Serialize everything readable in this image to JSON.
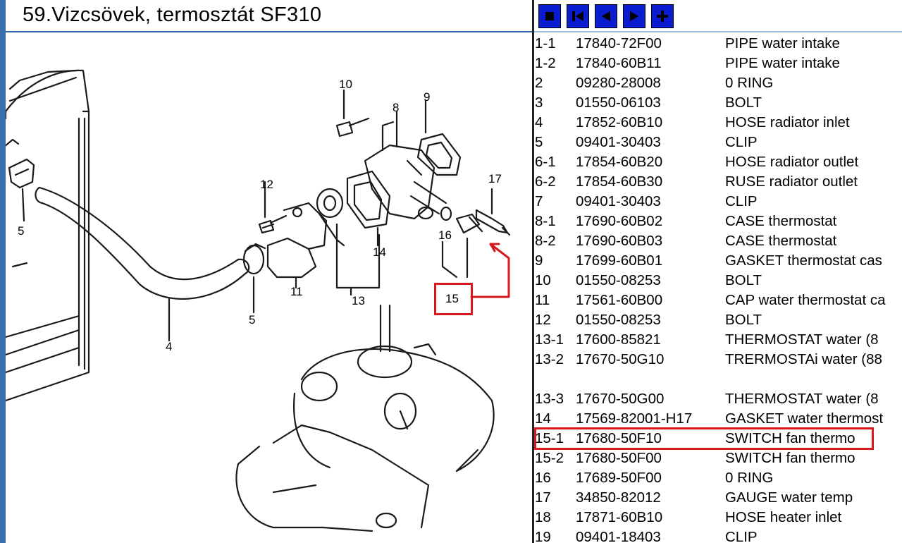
{
  "window": {
    "title": "59.Vizcsövek, termosztát SF310"
  },
  "toolbar": {
    "buttons": [
      {
        "name": "stop-icon"
      },
      {
        "name": "first-page-icon"
      },
      {
        "name": "previous-icon"
      },
      {
        "name": "next-icon"
      },
      {
        "name": "add-icon"
      }
    ],
    "button_color": "#0a1ccf"
  },
  "diagram": {
    "callout_labels": [
      "10",
      "8",
      "9",
      "17",
      "12",
      "16",
      "14",
      "15",
      "11",
      "13",
      "5",
      "4",
      "5"
    ]
  },
  "parts": [
    {
      "pos": "1-1",
      "part_no": "17840-72F00",
      "desc": "PIPE water intake"
    },
    {
      "pos": "1-2",
      "part_no": "17840-60B11",
      "desc": "PIPE water intake"
    },
    {
      "pos": "2",
      "part_no": "09280-28008",
      "desc": "0 RING"
    },
    {
      "pos": "3",
      "part_no": "01550-06103",
      "desc": "BOLT"
    },
    {
      "pos": "4",
      "part_no": "17852-60B10",
      "desc": "HOSE radiator inlet"
    },
    {
      "pos": "5",
      "part_no": "09401-30403",
      "desc": "CLIP"
    },
    {
      "pos": "6-1",
      "part_no": "17854-60B20",
      "desc": "HOSE radiator outlet"
    },
    {
      "pos": "6-2",
      "part_no": "17854-60B30",
      "desc": "RUSE radiator outlet"
    },
    {
      "pos": "7",
      "part_no": "09401-30403",
      "desc": "CLIP"
    },
    {
      "pos": "8-1",
      "part_no": "17690-60B02",
      "desc": "CASE thermostat"
    },
    {
      "pos": "8-2",
      "part_no": "17690-60B03",
      "desc": "CASE thermostat"
    },
    {
      "pos": "9",
      "part_no": "17699-60B01",
      "desc": "GASKET thermostat cas"
    },
    {
      "pos": "10",
      "part_no": "01550-08253",
      "desc": "BOLT"
    },
    {
      "pos": "11",
      "part_no": "17561-60B00",
      "desc": "CAP water thermostat ca"
    },
    {
      "pos": "12",
      "part_no": "01550-08253",
      "desc": "BOLT"
    },
    {
      "pos": "13-1",
      "part_no": "17600-85821",
      "desc": "THERMOSTAT water (8"
    },
    {
      "pos": "13-2",
      "part_no": "17670-50G10",
      "desc": "TRERMOSTAi water (88"
    },
    {
      "pos": "",
      "part_no": "",
      "desc": ""
    },
    {
      "pos": "13-3",
      "part_no": "17670-50G00",
      "desc": "THERMOSTAT water (8"
    },
    {
      "pos": "14",
      "part_no": "17569-82001-H17",
      "desc": "GASKET water thermost"
    },
    {
      "pos": "15-1",
      "part_no": "17680-50F10",
      "desc": "SWITCH fan thermo"
    },
    {
      "pos": "15-2",
      "part_no": "17680-50F00",
      "desc": "SWITCH fan thermo"
    },
    {
      "pos": "16",
      "part_no": "17689-50F00",
      "desc": "0 RING"
    },
    {
      "pos": "17",
      "part_no": "34850-82012",
      "desc": "GAUGE water temp"
    },
    {
      "pos": "18",
      "part_no": "17871-60B10",
      "desc": "HOSE heater inlet"
    },
    {
      "pos": "19",
      "part_no": "09401-18403",
      "desc": "CLIP"
    }
  ],
  "highlight_color": "#d8181c"
}
